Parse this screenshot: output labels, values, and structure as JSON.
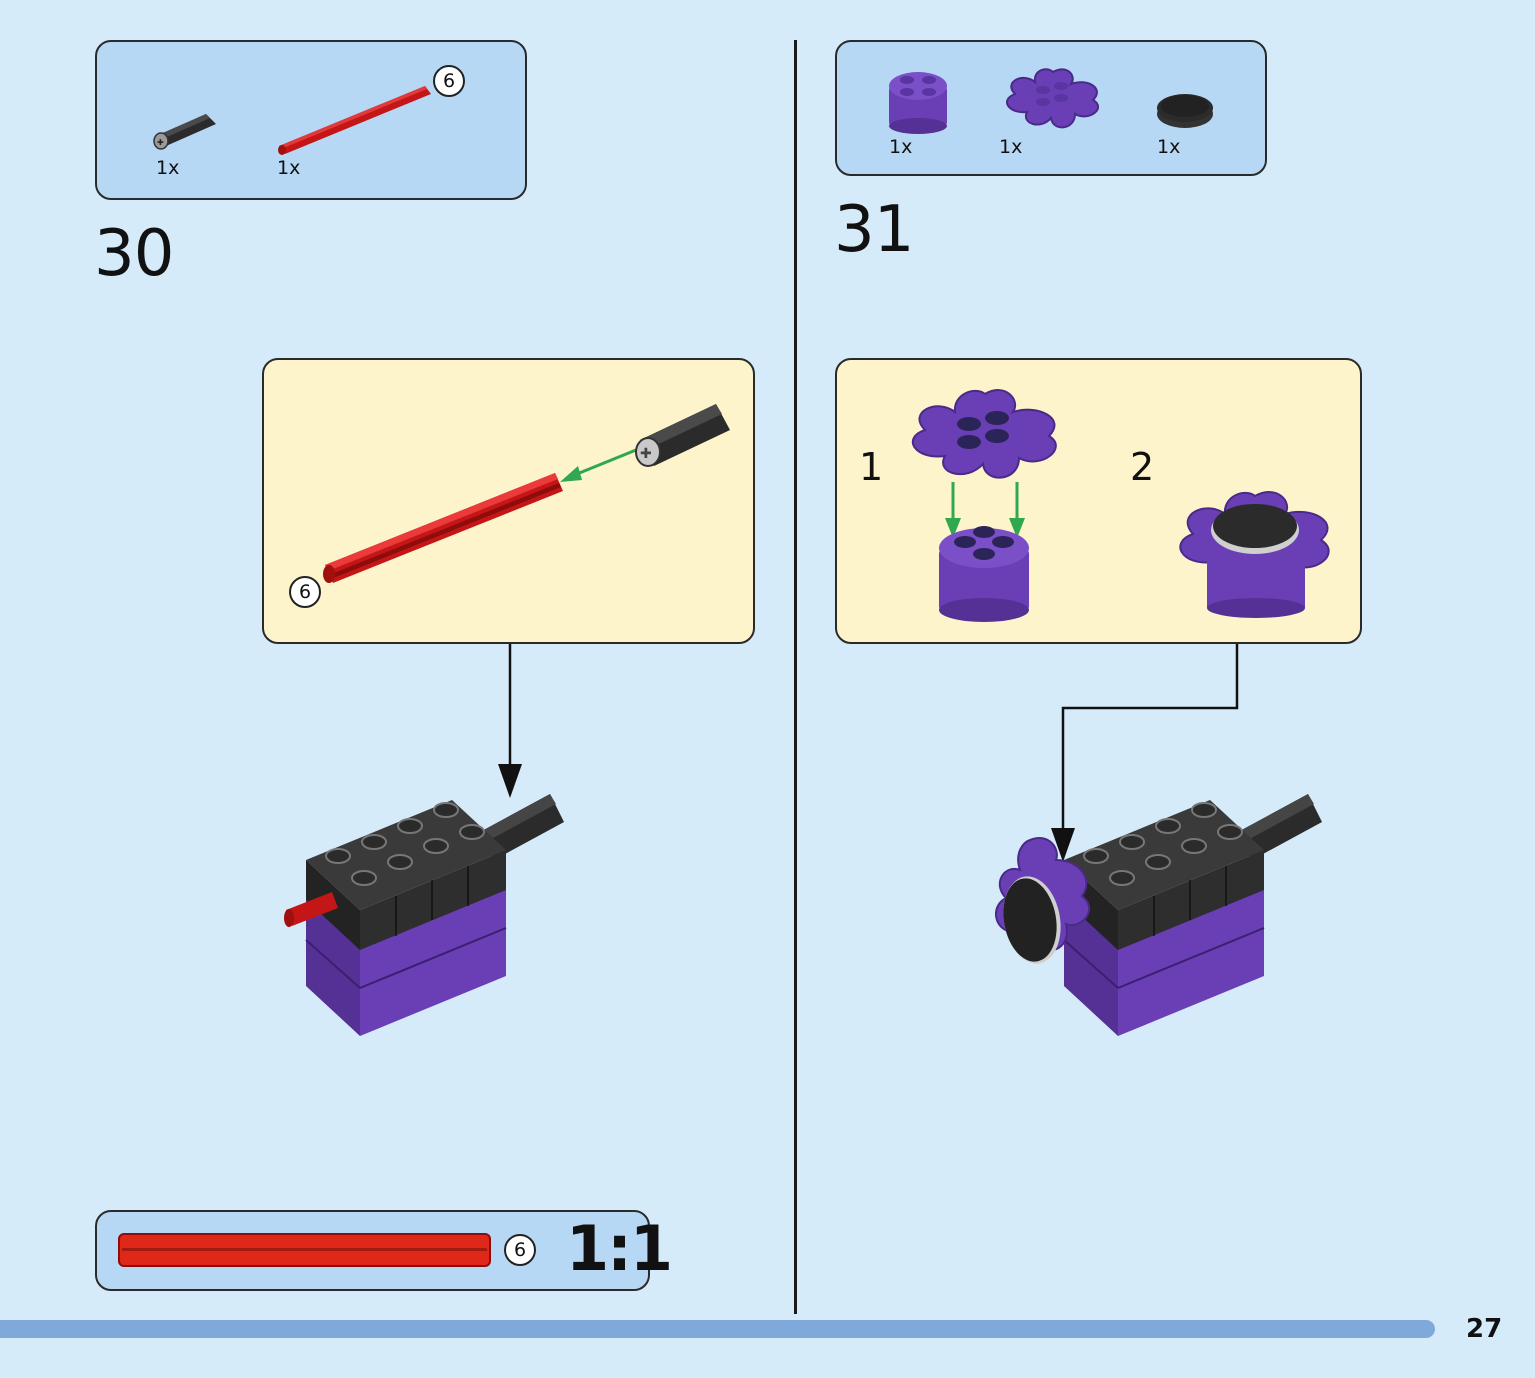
{
  "step30": {
    "number": "30",
    "parts": [
      {
        "name": "black-axle-connector",
        "qty": "1x"
      },
      {
        "name": "red-axle-6",
        "qty": "1x",
        "length_label": "6"
      }
    ],
    "callout": {
      "axle_length_label": "6"
    }
  },
  "step31": {
    "number": "31",
    "parts": [
      {
        "name": "purple-round-brick-2x2",
        "qty": "1x"
      },
      {
        "name": "purple-flower-plate",
        "qty": "1x"
      },
      {
        "name": "black-round-tile-2x2",
        "qty": "1x"
      }
    ],
    "callout": {
      "substep1": "1",
      "substep2": "2"
    }
  },
  "scale_ruler": {
    "length_label": "6",
    "scale": "1:1"
  },
  "page_number": "27",
  "colors": {
    "background": "#d6ebfa",
    "parts_box": "#b7d8f4",
    "callout": "#fdf4cc",
    "red": "#d91f1f",
    "purple": "#6a3fb5",
    "black": "#2b2b2b",
    "green_arrow": "#2fa84f",
    "bar": "#7fa9db"
  }
}
